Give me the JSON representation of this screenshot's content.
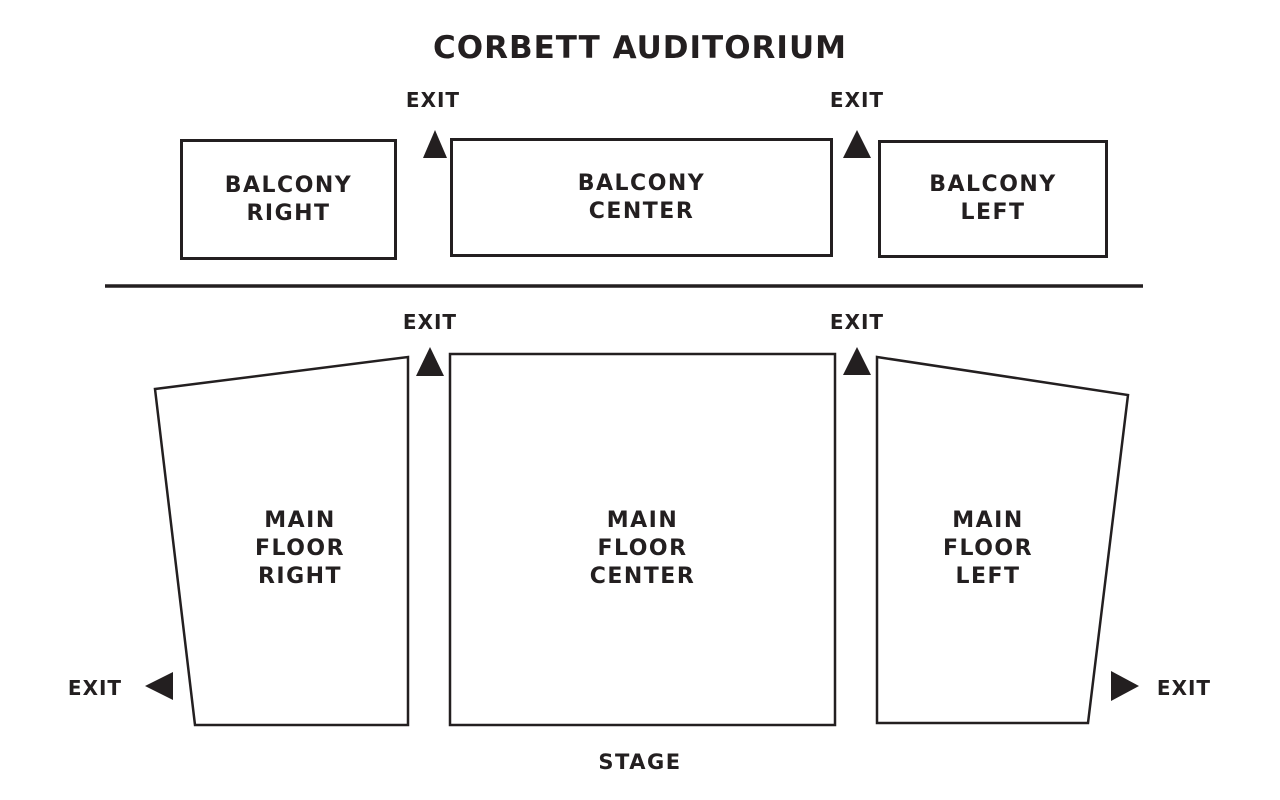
{
  "title": "CORBETT AUDITORIUM",
  "colors": {
    "ink": "#231f20",
    "paper": "#ffffff"
  },
  "balcony": {
    "right": {
      "lines": [
        "BALCONY",
        "RIGHT"
      ]
    },
    "center": {
      "lines": [
        "BALCONY",
        "CENTER"
      ]
    },
    "left": {
      "lines": [
        "BALCONY",
        "LEFT"
      ]
    }
  },
  "main_floor": {
    "right": {
      "lines": [
        "MAIN",
        "FLOOR",
        "RIGHT"
      ]
    },
    "center": {
      "lines": [
        "MAIN",
        "FLOOR",
        "CENTER"
      ]
    },
    "left": {
      "lines": [
        "MAIN",
        "FLOOR",
        "LEFT"
      ]
    }
  },
  "exits": {
    "balcony_right": {
      "label": "EXIT",
      "arrow": "up"
    },
    "balcony_left": {
      "label": "EXIT",
      "arrow": "up"
    },
    "main_right": {
      "label": "EXIT",
      "arrow": "up"
    },
    "main_left": {
      "label": "EXIT",
      "arrow": "up"
    },
    "house_right": {
      "label": "EXIT",
      "arrow": "left"
    },
    "house_left": {
      "label": "EXIT",
      "arrow": "right"
    }
  },
  "stage": {
    "label": "STAGE"
  }
}
